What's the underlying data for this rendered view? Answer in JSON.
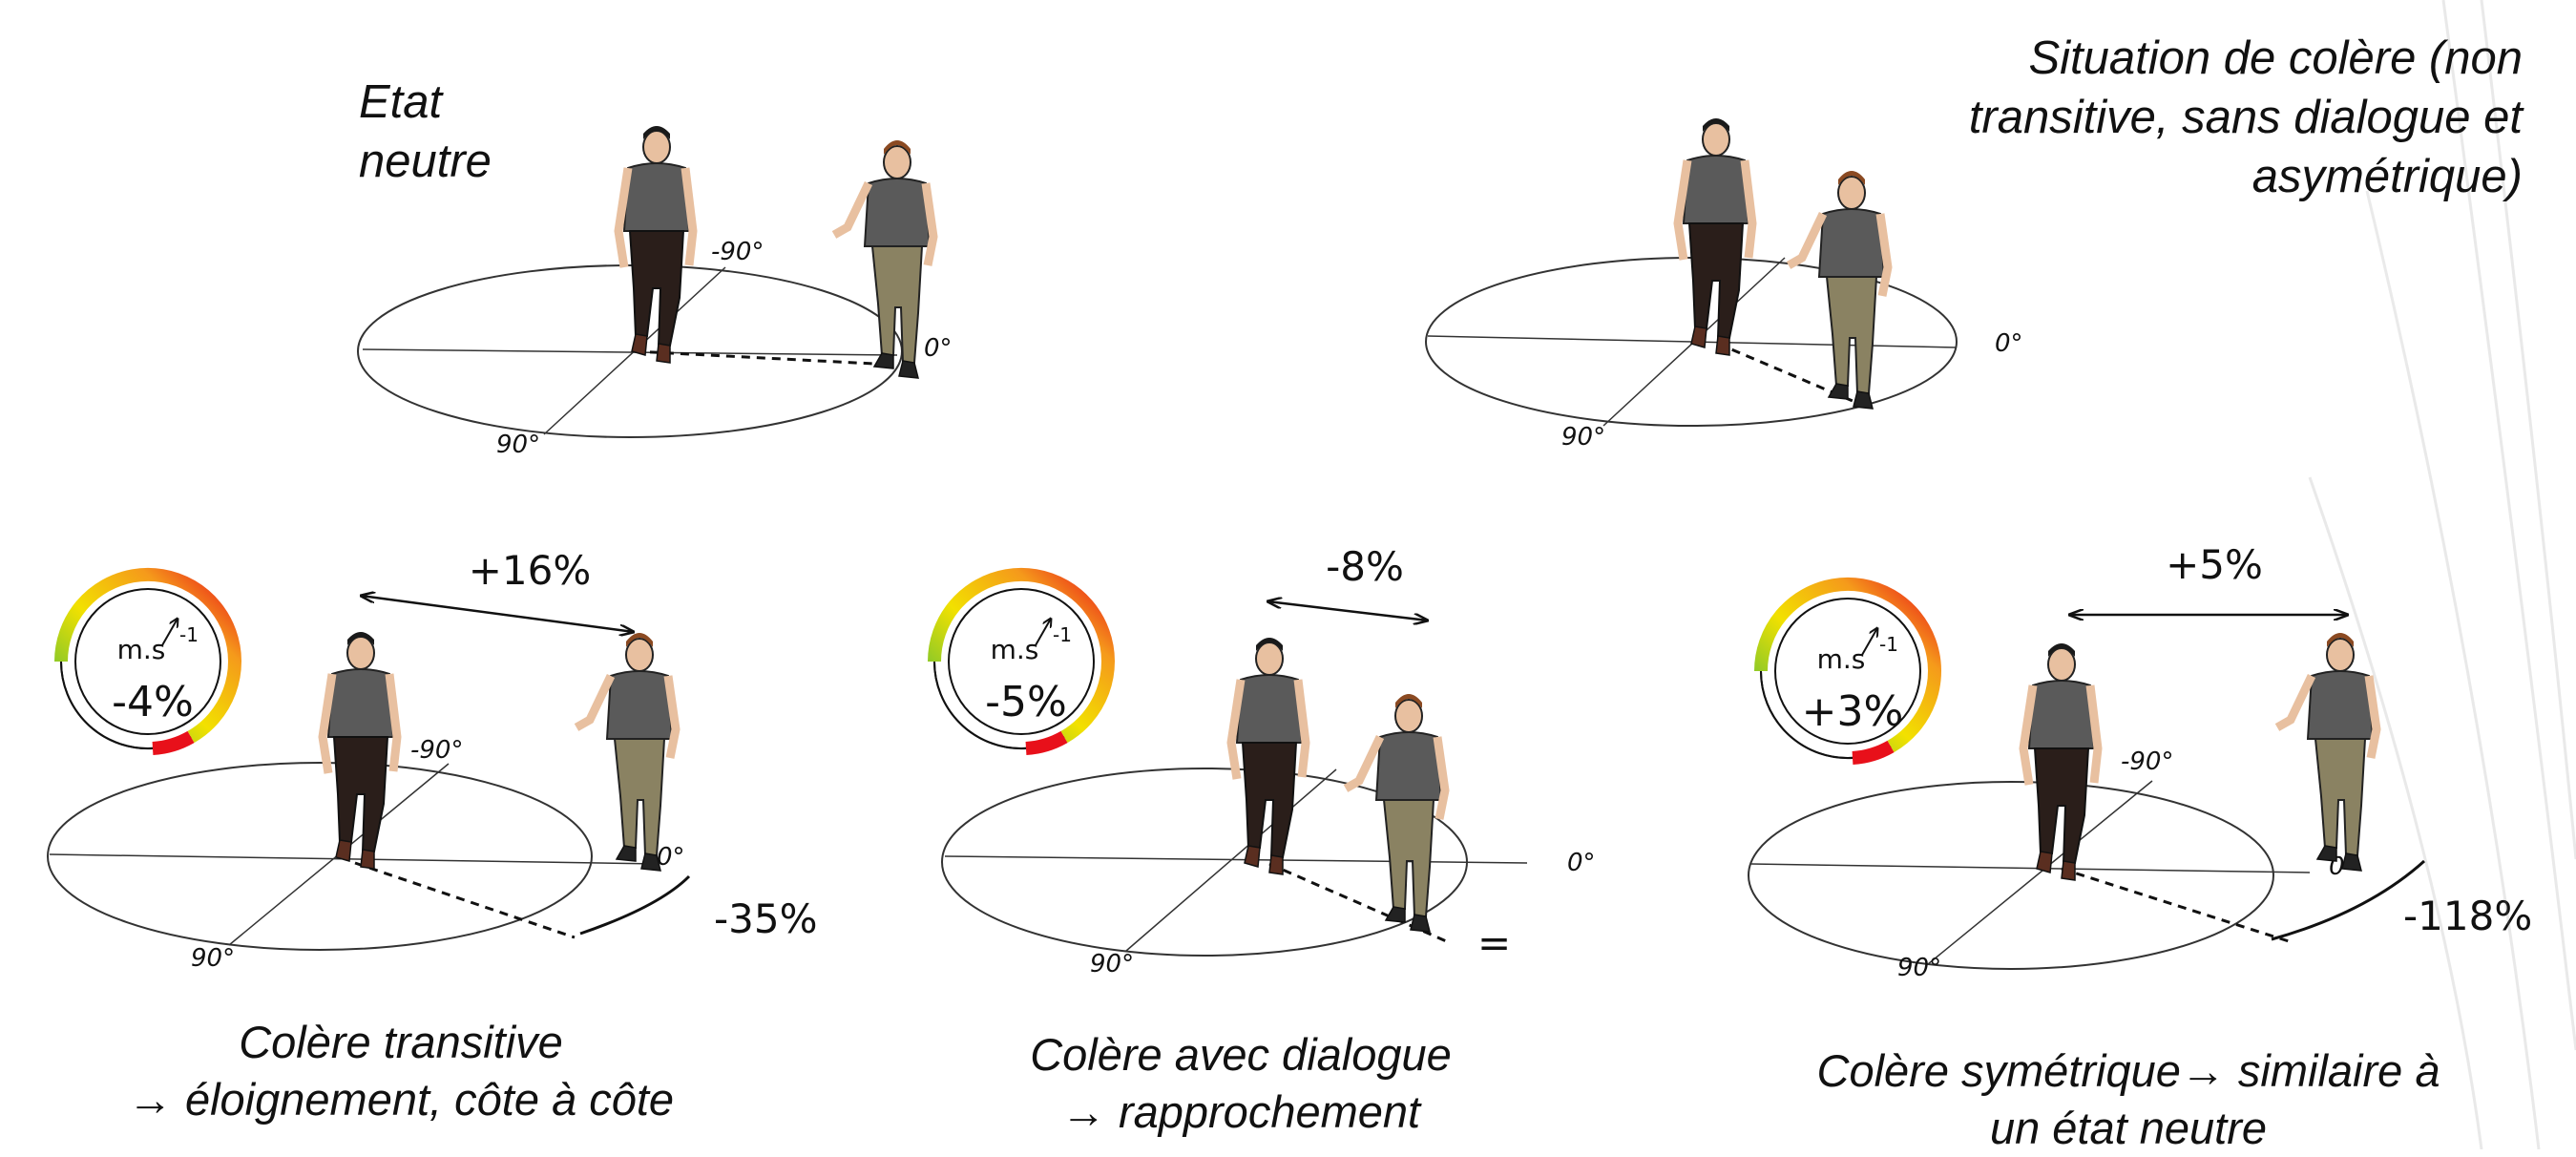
{
  "texts": {
    "etat_line1": "Etat",
    "etat_line2": "neutre",
    "situation_line1": "Situation de colère (non",
    "situation_line2": "transitive, sans dialogue et",
    "situation_line3": "asymétrique)",
    "caption1_line1": "Colère transitive",
    "caption1_line2": "→ éloignement, côte à côte",
    "caption2_line1": "Colère avec dialogue",
    "caption2_line2": "→ rapprochement",
    "caption3_line1": "Colère symétrique→ similaire à",
    "caption3_line2": "un état neutre"
  },
  "angle_labels": {
    "minus90": "-90°",
    "zero": "0°",
    "plus90": "90°"
  },
  "gauge_unit": "m.s",
  "gauge_exp": "-1",
  "panels": [
    {
      "distance_change": "+16%",
      "speed_change": "-4%",
      "angle_change": "-35%"
    },
    {
      "distance_change": "-8%",
      "speed_change": "-5%",
      "angle_change": "="
    },
    {
      "distance_change": "+5%",
      "speed_change": "+3%",
      "angle_change": "-118%"
    }
  ],
  "colors": {
    "gauge_green": "#39b54a",
    "gauge_yellow": "#f2e100",
    "gauge_red": "#e8101a",
    "shirt": "#5a5a5a",
    "dark_pants": "#2a1e1a",
    "olive_pants": "#8a8262",
    "skin": "#e8c0a0"
  }
}
